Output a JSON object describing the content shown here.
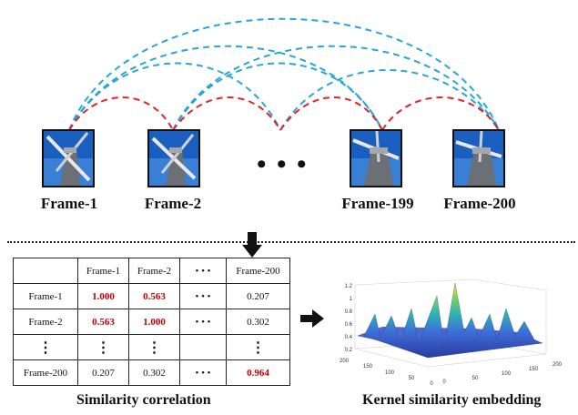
{
  "frames": [
    {
      "label": "Frame-1"
    },
    {
      "label": "Frame-2"
    },
    {
      "label": "Frame-199"
    },
    {
      "label": "Frame-200"
    }
  ],
  "frames_ellipsis": "• • •",
  "table": {
    "header": [
      "",
      "Frame-1",
      "Frame-2",
      "• • •",
      "Frame-200"
    ],
    "rows": [
      [
        "Frame-1",
        "1.000",
        "0.563",
        "• • •",
        "0.207"
      ],
      [
        "Frame-2",
        "0.563",
        "1.000",
        "• • •",
        "0.302"
      ],
      [
        "⋮",
        "⋮",
        "⋮",
        "",
        "⋮"
      ],
      [
        "Frame-200",
        "0.207",
        "0.302",
        "• • •",
        "0.964"
      ]
    ]
  },
  "captions": {
    "left": "Similarity correlation",
    "right": "Kernel similarity embedding"
  },
  "surface_axes": {
    "z_ticks": [
      "1.2",
      "1",
      "0.8",
      "0.6",
      "0.4",
      "0.2"
    ],
    "left_ticks": [
      "200",
      "150",
      "100",
      "50",
      "0"
    ],
    "right_ticks": [
      "0",
      "50",
      "100",
      "150",
      "200"
    ]
  },
  "colors": {
    "red_arc": "#e0242a",
    "blue_arc": "#26a6d9",
    "highlight": "#c00000"
  }
}
